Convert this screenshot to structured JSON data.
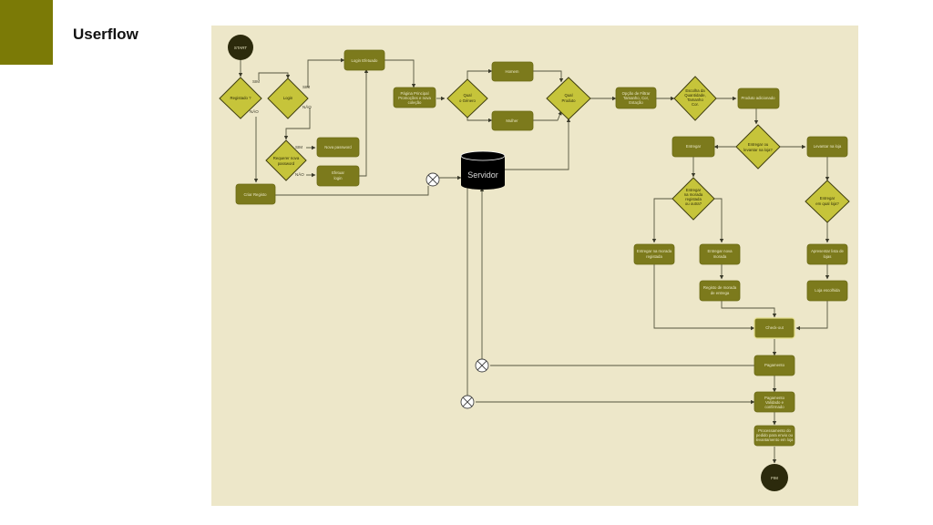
{
  "header": {
    "title": "Userflow",
    "accent_color": "#7b7a06"
  },
  "diagram": {
    "background": "#ede7c9",
    "colors": {
      "process": "#7c7a1c",
      "decision": "#c6c43a",
      "terminal": "#2c2a0c",
      "database": "#000000"
    },
    "terminals": {
      "start": "START",
      "end": "FIM"
    },
    "database": {
      "label": "Servidor"
    },
    "decisions": {
      "registado": "Registado ?",
      "login": "Login",
      "requerer_password": [
        "Requerer nova",
        "password"
      ],
      "genero": [
        "Qual",
        "o Género"
      ],
      "produto": [
        "Qual",
        "Produto"
      ],
      "escolha": [
        "Escolha da",
        "Quantidade,",
        "Tamanho",
        "Cor."
      ],
      "entregar_levantar": [
        "Entregar ou",
        "levantar na loja?"
      ],
      "morada": [
        "Entregar",
        "na morada",
        "registada",
        "ou outra?"
      ],
      "qual_loja": [
        "Entregar",
        "em qual loja?"
      ]
    },
    "processes": {
      "login_efetuado": "Login Efetuado",
      "pagina_principal": [
        "Página Principal",
        "Promoções e nova",
        "coleção"
      ],
      "homem": "Homem",
      "mulher": "Mulher",
      "nova_password": "Nova password",
      "efetuar_login": [
        "Efetuar",
        "login"
      ],
      "criar_registo": "Criar Registo",
      "filtrar": [
        "Opção de Filtrar",
        "Tamanho, Cor,",
        "Estação"
      ],
      "produto_adicionado": "Produto adicionado",
      "entregar": "Entregar",
      "levantar": "Levantar na loja",
      "morada_registada": [
        "Entregar na morada",
        "registada"
      ],
      "nova_morada": [
        "Entregar nova",
        "morada"
      ],
      "registo_morada": [
        "Registo de morada",
        "de entrega"
      ],
      "apresentar_lojas": [
        "Apresentar lista de",
        "lojas"
      ],
      "loja_escolhida": "Loja escolhida",
      "checkout": "Check-out",
      "pagamento": "Pagamento",
      "pagamento_validado": [
        "Pagamento",
        "Validado e",
        "confirmado"
      ],
      "processamento": [
        "Processamento do",
        "pedido para envio ou",
        "levantamento em loja"
      ]
    },
    "edge_labels": {
      "yes": "SIM",
      "no": "NÃO"
    }
  }
}
